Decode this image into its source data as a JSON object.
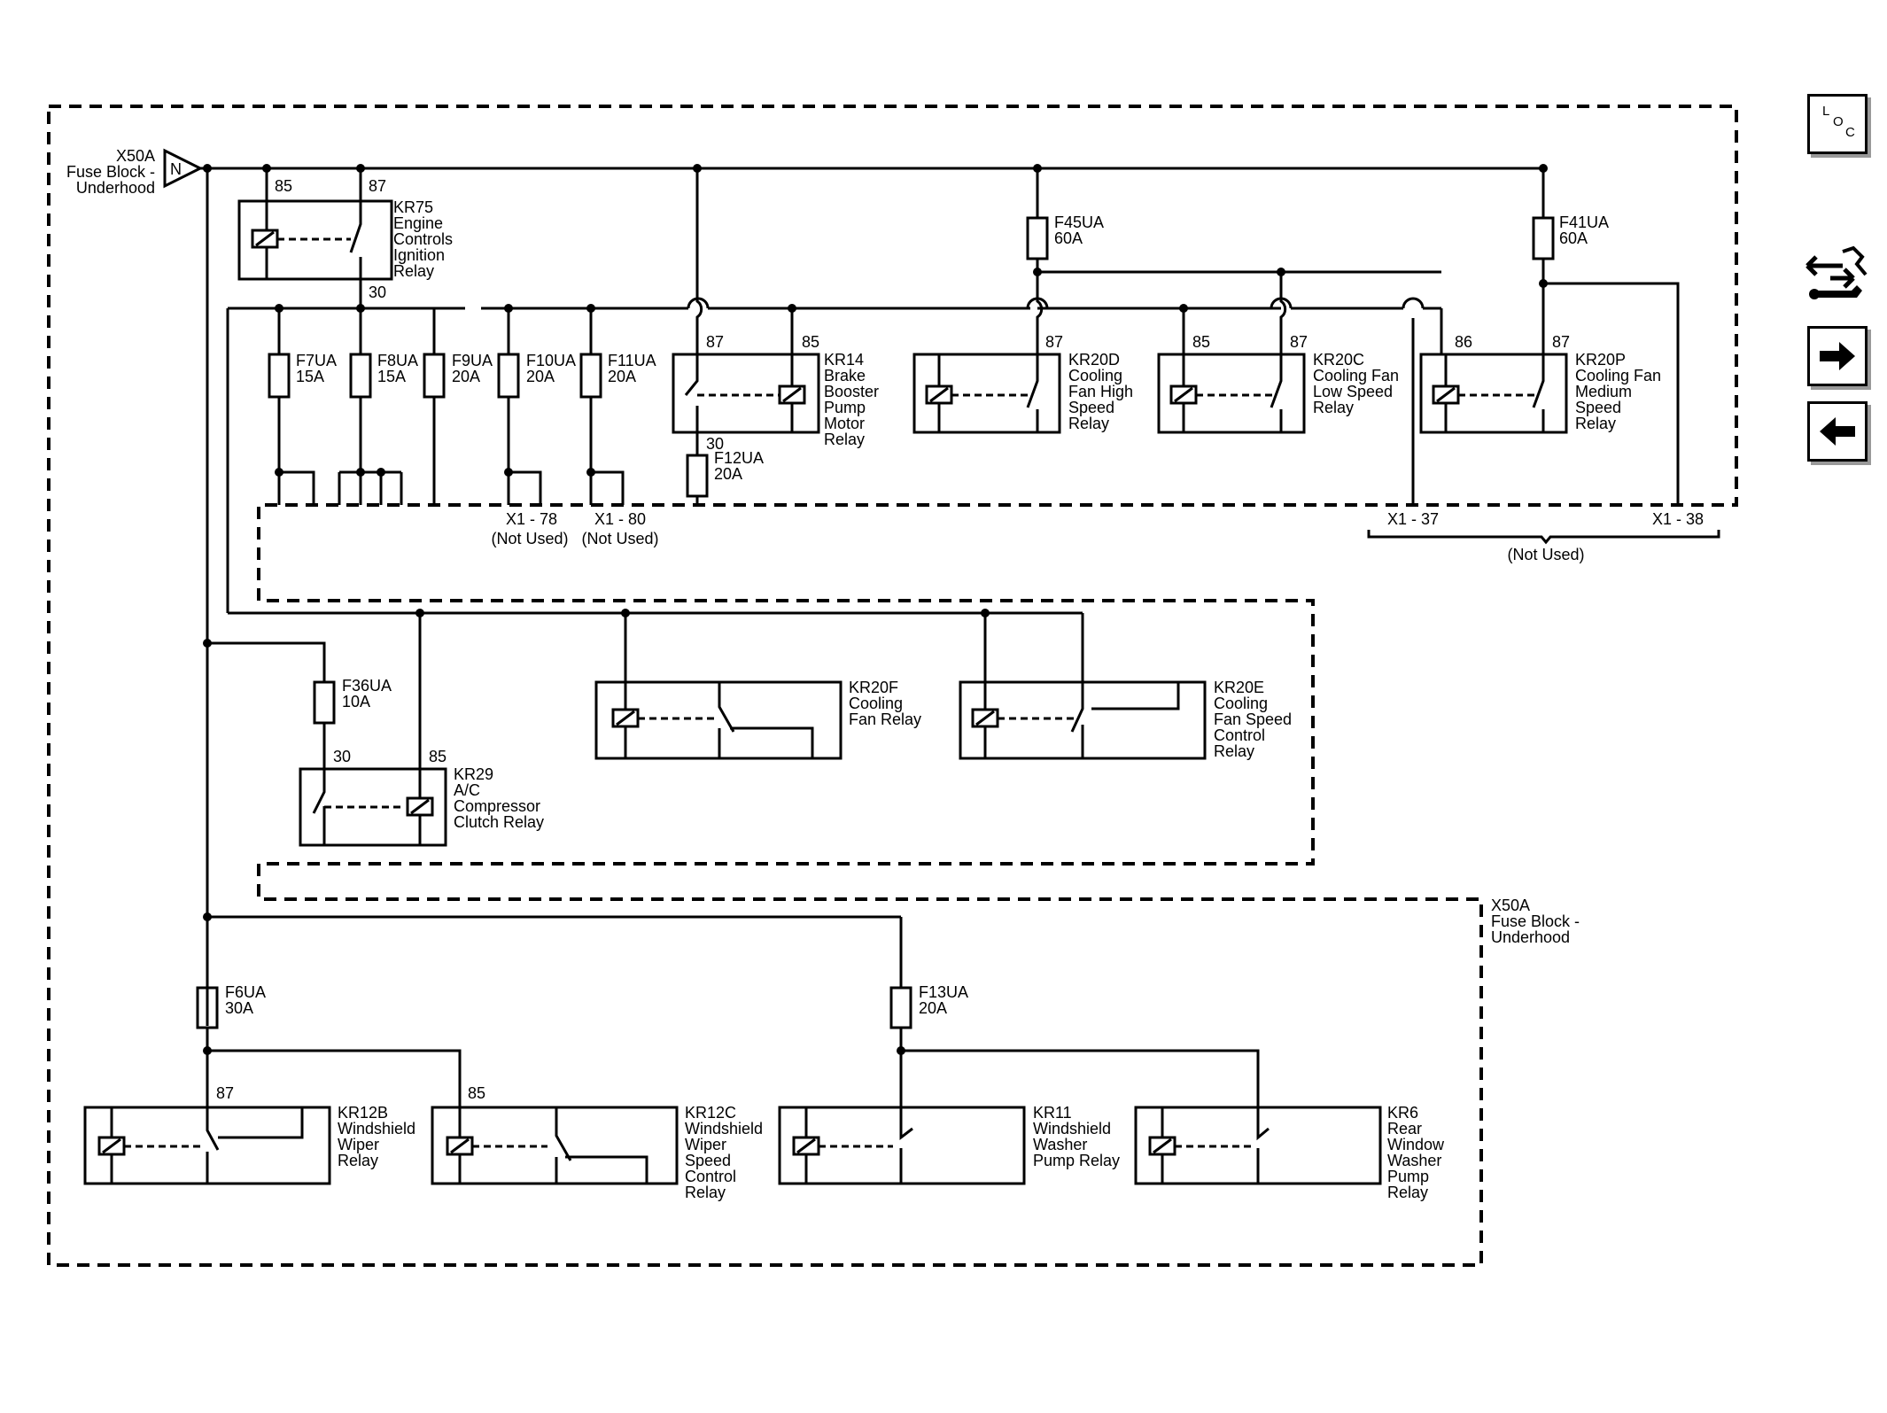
{
  "connector": {
    "ref": "X50A",
    "name": "Fuse Block -",
    "name2": "Underhood",
    "terminal": "N"
  },
  "connector_bottom": {
    "ref": "X50A",
    "name": "Fuse Block -",
    "name2": "Underhood"
  },
  "nav": {
    "loc_l": "L",
    "loc_o": "O",
    "loc_c": "C",
    "loc_icon": "loc-icon",
    "tools_icon": "connector-tools-icon",
    "next_icon": "arrow-right-icon",
    "prev_icon": "arrow-left-icon"
  },
  "relays": {
    "kr75": {
      "l1": "KR75",
      "l2": "Engine",
      "l3": "Controls",
      "l4": "Ignition",
      "l5": "Relay",
      "p1": "85",
      "p2": "87",
      "p3": "30"
    },
    "kr14": {
      "l1": "KR14",
      "l2": "Brake",
      "l3": "Booster",
      "l4": "Pump",
      "l5": "Motor",
      "l6": "Relay",
      "p1": "87",
      "p2": "85",
      "p3": "30"
    },
    "kr20d": {
      "l1": "KR20D",
      "l2": "Cooling",
      "l3": "Fan High",
      "l4": "Speed",
      "l5": "Relay",
      "p1": "87"
    },
    "kr20c": {
      "l1": "KR20C",
      "l2": "Cooling Fan",
      "l3": "Low Speed",
      "l4": "Relay",
      "p1": "85",
      "p2": "87"
    },
    "kr20p": {
      "l1": "KR20P",
      "l2": "Cooling Fan",
      "l3": "Medium",
      "l4": "Speed",
      "l5": "Relay",
      "p1": "86",
      "p2": "87"
    },
    "kr20f": {
      "l1": "KR20F",
      "l2": "Cooling",
      "l3": "Fan Relay"
    },
    "kr20e": {
      "l1": "KR20E",
      "l2": "Cooling",
      "l3": "Fan Speed",
      "l4": "Control",
      "l5": "Relay"
    },
    "kr29": {
      "l1": "KR29",
      "l2": "A/C",
      "l3": "Compressor",
      "l4": "Clutch Relay",
      "p1": "30",
      "p2": "85"
    },
    "kr12b": {
      "l1": "KR12B",
      "l2": "Windshield",
      "l3": "Wiper",
      "l4": "Relay",
      "p1": "87"
    },
    "kr12c": {
      "l1": "KR12C",
      "l2": "Windshield",
      "l3": "Wiper",
      "l4": "Speed",
      "l5": "Control",
      "l6": "Relay",
      "p1": "85"
    },
    "kr11": {
      "l1": "KR11",
      "l2": "Windshield",
      "l3": "Washer",
      "l4": "Pump Relay"
    },
    "kr6": {
      "l1": "KR6",
      "l2": "Rear",
      "l3": "Window",
      "l4": "Washer",
      "l5": "Pump",
      "l6": "Relay"
    }
  },
  "fuses": {
    "f7": {
      "name": "F7UA",
      "rating": "15A"
    },
    "f8": {
      "name": "F8UA",
      "rating": "15A"
    },
    "f9": {
      "name": "F9UA",
      "rating": "20A"
    },
    "f10": {
      "name": "F10UA",
      "rating": "20A"
    },
    "f11": {
      "name": "F11UA",
      "rating": "20A"
    },
    "f12": {
      "name": "F12UA",
      "rating": "20A"
    },
    "f45": {
      "name": "F45UA",
      "rating": "60A"
    },
    "f41": {
      "name": "F41UA",
      "rating": "60A"
    },
    "f36": {
      "name": "F36UA",
      "rating": "10A"
    },
    "f6": {
      "name": "F6UA",
      "rating": "30A"
    },
    "f13": {
      "name": "F13UA",
      "rating": "20A"
    }
  },
  "terminals": {
    "x1_78": "X1 - 78",
    "x1_80": "X1 - 80",
    "x1_37": "X1 - 37",
    "x1_38": "X1 - 38",
    "not_used_78": "(Not Used)",
    "not_used_80": "(Not Used)",
    "not_used_3738": "(Not Used)"
  }
}
